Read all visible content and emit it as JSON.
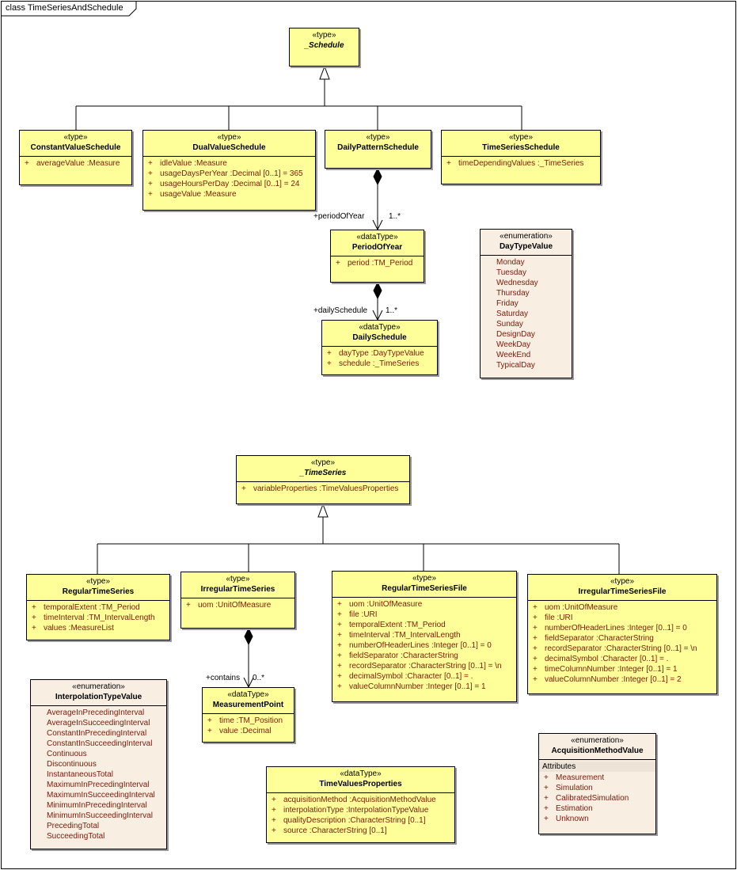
{
  "frame": {
    "title": "class TimeSeriesAndSchedule"
  },
  "classes": {
    "schedule": {
      "stereotype": "«type»",
      "name": "_Schedule",
      "attrs": []
    },
    "constantValueSchedule": {
      "stereotype": "«type»",
      "name": "ConstantValueSchedule",
      "attrs": [
        {
          "vis": "+",
          "text": "averageValue  :Measure"
        }
      ]
    },
    "dualValueSchedule": {
      "stereotype": "«type»",
      "name": "DualValueSchedule",
      "attrs": [
        {
          "vis": "+",
          "text": "idleValue  :Measure"
        },
        {
          "vis": "+",
          "text": "usageDaysPerYear  :Decimal [0..1] = 365"
        },
        {
          "vis": "+",
          "text": "usageHoursPerDay  :Decimal [0..1] = 24"
        },
        {
          "vis": "+",
          "text": "usageValue  :Measure"
        }
      ]
    },
    "dailyPatternSchedule": {
      "stereotype": "«type»",
      "name": "DailyPatternSchedule",
      "attrs": []
    },
    "timeSeriesSchedule": {
      "stereotype": "«type»",
      "name": "TimeSeriesSchedule",
      "attrs": [
        {
          "vis": "+",
          "text": "timeDependingValues  :_TimeSeries"
        }
      ]
    },
    "periodOfYear": {
      "stereotype": "«dataType»",
      "name": "PeriodOfYear",
      "attrs": [
        {
          "vis": "+",
          "text": "period  :TM_Period"
        }
      ]
    },
    "dailySchedule": {
      "stereotype": "«dataType»",
      "name": "DailySchedule",
      "attrs": [
        {
          "vis": "+",
          "text": "dayType  :DayTypeValue"
        },
        {
          "vis": "+",
          "text": "schedule  :_TimeSeries"
        }
      ]
    },
    "dayTypeValue": {
      "stereotype": "«enumeration»",
      "name": "DayTypeValue",
      "literals": [
        "Monday",
        "Tuesday",
        "Wednesday",
        "Thursday",
        "Friday",
        "Saturday",
        "Sunday",
        "DesignDay",
        "WeekDay",
        "WeekEnd",
        "TypicalDay"
      ]
    },
    "timeSeries": {
      "stereotype": "«type»",
      "name": "_TimeSeries",
      "attrs": [
        {
          "vis": "+",
          "text": "variableProperties  :TimeValuesProperties"
        }
      ]
    },
    "regularTimeSeries": {
      "stereotype": "«type»",
      "name": "RegularTimeSeries",
      "attrs": [
        {
          "vis": "+",
          "text": "temporalExtent  :TM_Period"
        },
        {
          "vis": "+",
          "text": "timeInterval  :TM_IntervalLength"
        },
        {
          "vis": "+",
          "text": "values  :MeasureList"
        }
      ]
    },
    "irregularTimeSeries": {
      "stereotype": "«type»",
      "name": "IrregularTimeSeries",
      "attrs": [
        {
          "vis": "+",
          "text": "uom  :UnitOfMeasure"
        }
      ]
    },
    "regularTimeSeriesFile": {
      "stereotype": "«type»",
      "name": "RegularTimeSeriesFile",
      "attrs": [
        {
          "vis": "+",
          "text": "uom  :UnitOfMeasure"
        },
        {
          "vis": "+",
          "text": "file  :URI"
        },
        {
          "vis": "+",
          "text": "temporalExtent  :TM_Period"
        },
        {
          "vis": "+",
          "text": "timeInterval  :TM_IntervalLength"
        },
        {
          "vis": "+",
          "text": "numberOfHeaderLines  :Integer [0..1] = 0"
        },
        {
          "vis": "+",
          "text": "fieldSeparator  :CharacterString"
        },
        {
          "vis": "+",
          "text": "recordSeparator  :CharacterString [0..1] = \\n"
        },
        {
          "vis": "+",
          "text": "decimalSymbol  :Character [0..1] = ."
        },
        {
          "vis": "+",
          "text": "valueColumnNumber  :Integer [0..1] = 1"
        }
      ]
    },
    "irregularTimeSeriesFile": {
      "stereotype": "«type»",
      "name": "IrregularTimeSeriesFile",
      "attrs": [
        {
          "vis": "+",
          "text": "uom  :UnitOfMeasure"
        },
        {
          "vis": "+",
          "text": "file  :URI"
        },
        {
          "vis": "+",
          "text": "numberOfHeaderLines  :Integer [0..1] = 0"
        },
        {
          "vis": "+",
          "text": "fieldSeparator  :CharacterString"
        },
        {
          "vis": "+",
          "text": "recordSeparator  :CharacterString [0..1] = \\n"
        },
        {
          "vis": "+",
          "text": "decimalSymbol  :Character [0..1] = ."
        },
        {
          "vis": "+",
          "text": "timeColumnNumber  :Integer [0..1] = 1"
        },
        {
          "vis": "+",
          "text": "valueColumnNumber  :Integer [0..1] = 2"
        }
      ]
    },
    "measurementPoint": {
      "stereotype": "«dataType»",
      "name": "MeasurementPoint",
      "attrs": [
        {
          "vis": "+",
          "text": "time  :TM_Position"
        },
        {
          "vis": "+",
          "text": "value  :Decimal"
        }
      ]
    },
    "interpolationTypeValue": {
      "stereotype": "«enumeration»",
      "name": "InterpolationTypeValue",
      "literals": [
        "AverageInPrecedingInterval",
        "AverageInSucceedingInterval",
        "ConstantInPrecedingInterval",
        "ConstantInSucceedingInterval",
        "Continuous",
        "Discontinuous",
        "InstantaneousTotal",
        "MaximumInPrecedingInterval",
        "MaximumInSucceedingInterval",
        "MinimumInPrecedingInterval",
        "MinimumInSucceedingInterval",
        "PrecedingTotal",
        "SucceedingTotal"
      ]
    },
    "timeValuesProperties": {
      "stereotype": "«dataType»",
      "name": "TimeValuesProperties",
      "attrs": [
        {
          "vis": "+",
          "text": "acquisitionMethod  :AcquisitionMethodValue"
        },
        {
          "vis": "+",
          "text": "interpolationType  :InterpolationTypeValue"
        },
        {
          "vis": "+",
          "text": "qualityDescription  :CharacterString [0..1]"
        },
        {
          "vis": "+",
          "text": "source  :CharacterString [0..1]"
        }
      ]
    },
    "acquisitionMethodValue": {
      "stereotype": "«enumeration»",
      "name": "AcquisitionMethodValue",
      "caption": "Attributes",
      "attrs": [
        {
          "vis": "+",
          "text": "Measurement"
        },
        {
          "vis": "+",
          "text": "Simulation"
        },
        {
          "vis": "+",
          "text": "CalibratedSimulation"
        },
        {
          "vis": "+",
          "text": "Estimation"
        },
        {
          "vis": "+",
          "text": "Unknown"
        }
      ]
    }
  },
  "associations": {
    "periodOfYear": {
      "role": "+periodOfYear",
      "multiplicity": "1..*"
    },
    "dailySchedule": {
      "role": "+dailySchedule",
      "multiplicity": "1..*"
    },
    "contains": {
      "role": "+contains",
      "multiplicity": "0..*"
    }
  }
}
